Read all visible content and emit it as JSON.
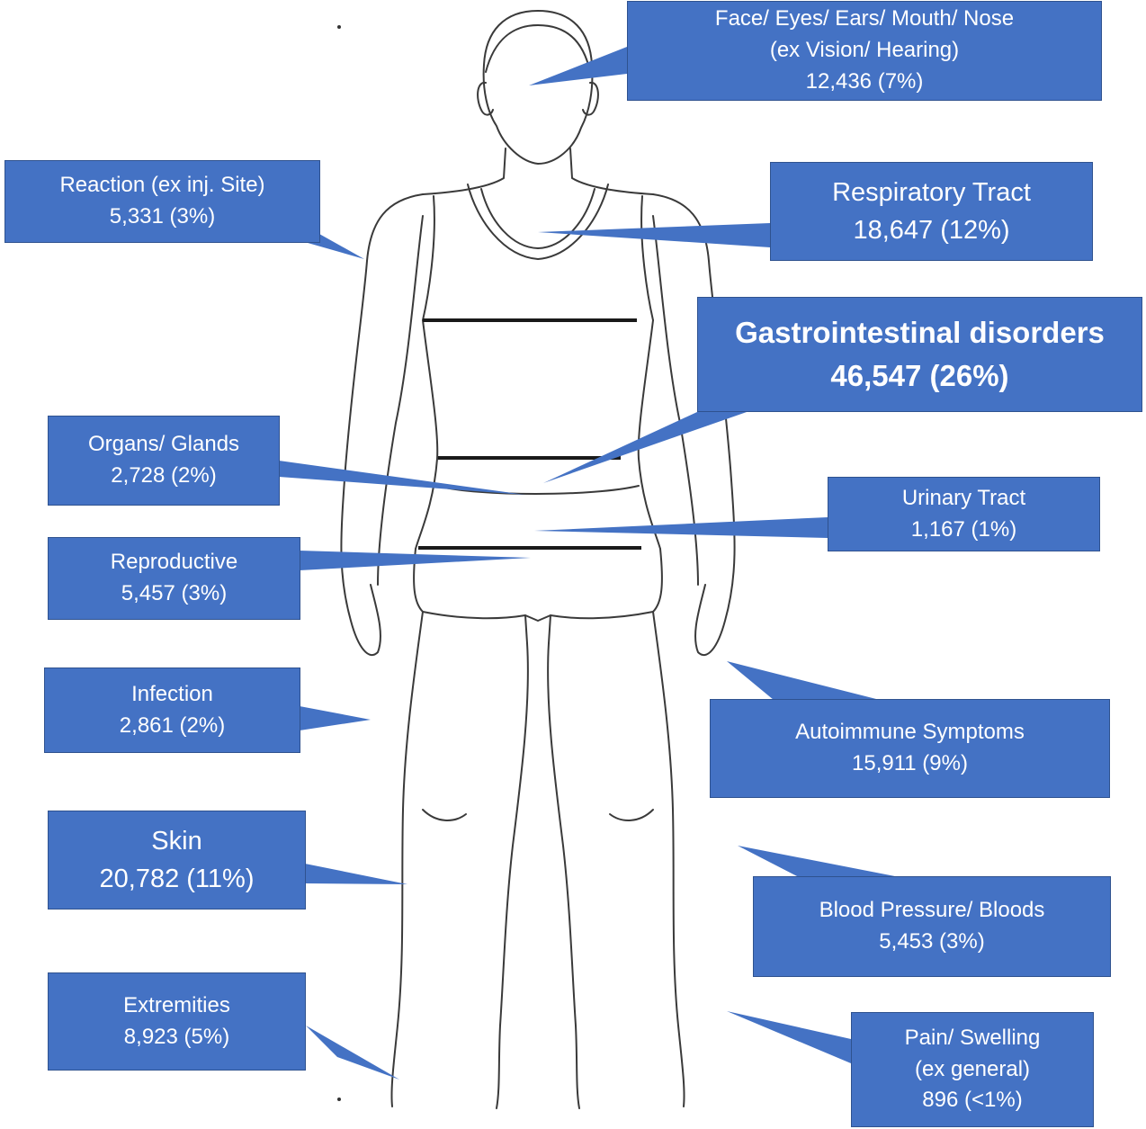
{
  "callouts": {
    "face": {
      "line1": "Face/ Eyes/ Ears/ Mouth/ Nose",
      "line2": "(ex Vision/ Hearing)",
      "line3": "12,436 (7%)"
    },
    "reaction": {
      "line1": "Reaction (ex inj. Site)",
      "line2": "5,331 (3%)"
    },
    "respiratory": {
      "line1": "Respiratory Tract",
      "line2": "18,647 (12%)"
    },
    "gastro": {
      "line1": "Gastrointestinal disorders",
      "line2": "46,547 (26%)"
    },
    "organs": {
      "line1": "Organs/ Glands",
      "line2": "2,728 (2%)"
    },
    "urinary": {
      "line1": "Urinary Tract",
      "line2": "1,167 (1%)"
    },
    "reproductive": {
      "line1": "Reproductive",
      "line2": "5,457 (3%)"
    },
    "infection": {
      "line1": "Infection",
      "line2": "2,861 (2%)"
    },
    "autoimmune": {
      "line1": "Autoimmune Symptoms",
      "line2": "15,911 (9%)"
    },
    "skin": {
      "line1": "Skin",
      "line2": "20,782 (11%)"
    },
    "blood": {
      "line1": "Blood Pressure/ Bloods",
      "line2": "5,453 (3%)"
    },
    "extremities": {
      "line1": "Extremities",
      "line2": "8,923 (5%)"
    },
    "pain": {
      "line1": "Pain/ Swelling",
      "line2": "(ex general)",
      "line3": "896 (<1%)"
    }
  },
  "colors": {
    "callout_fill": "#4472c4",
    "callout_border": "#2f528f",
    "callout_text": "#ffffff",
    "outline": "#3a3a3a"
  },
  "icons": {
    "figure": "human-body-outline-icon"
  }
}
